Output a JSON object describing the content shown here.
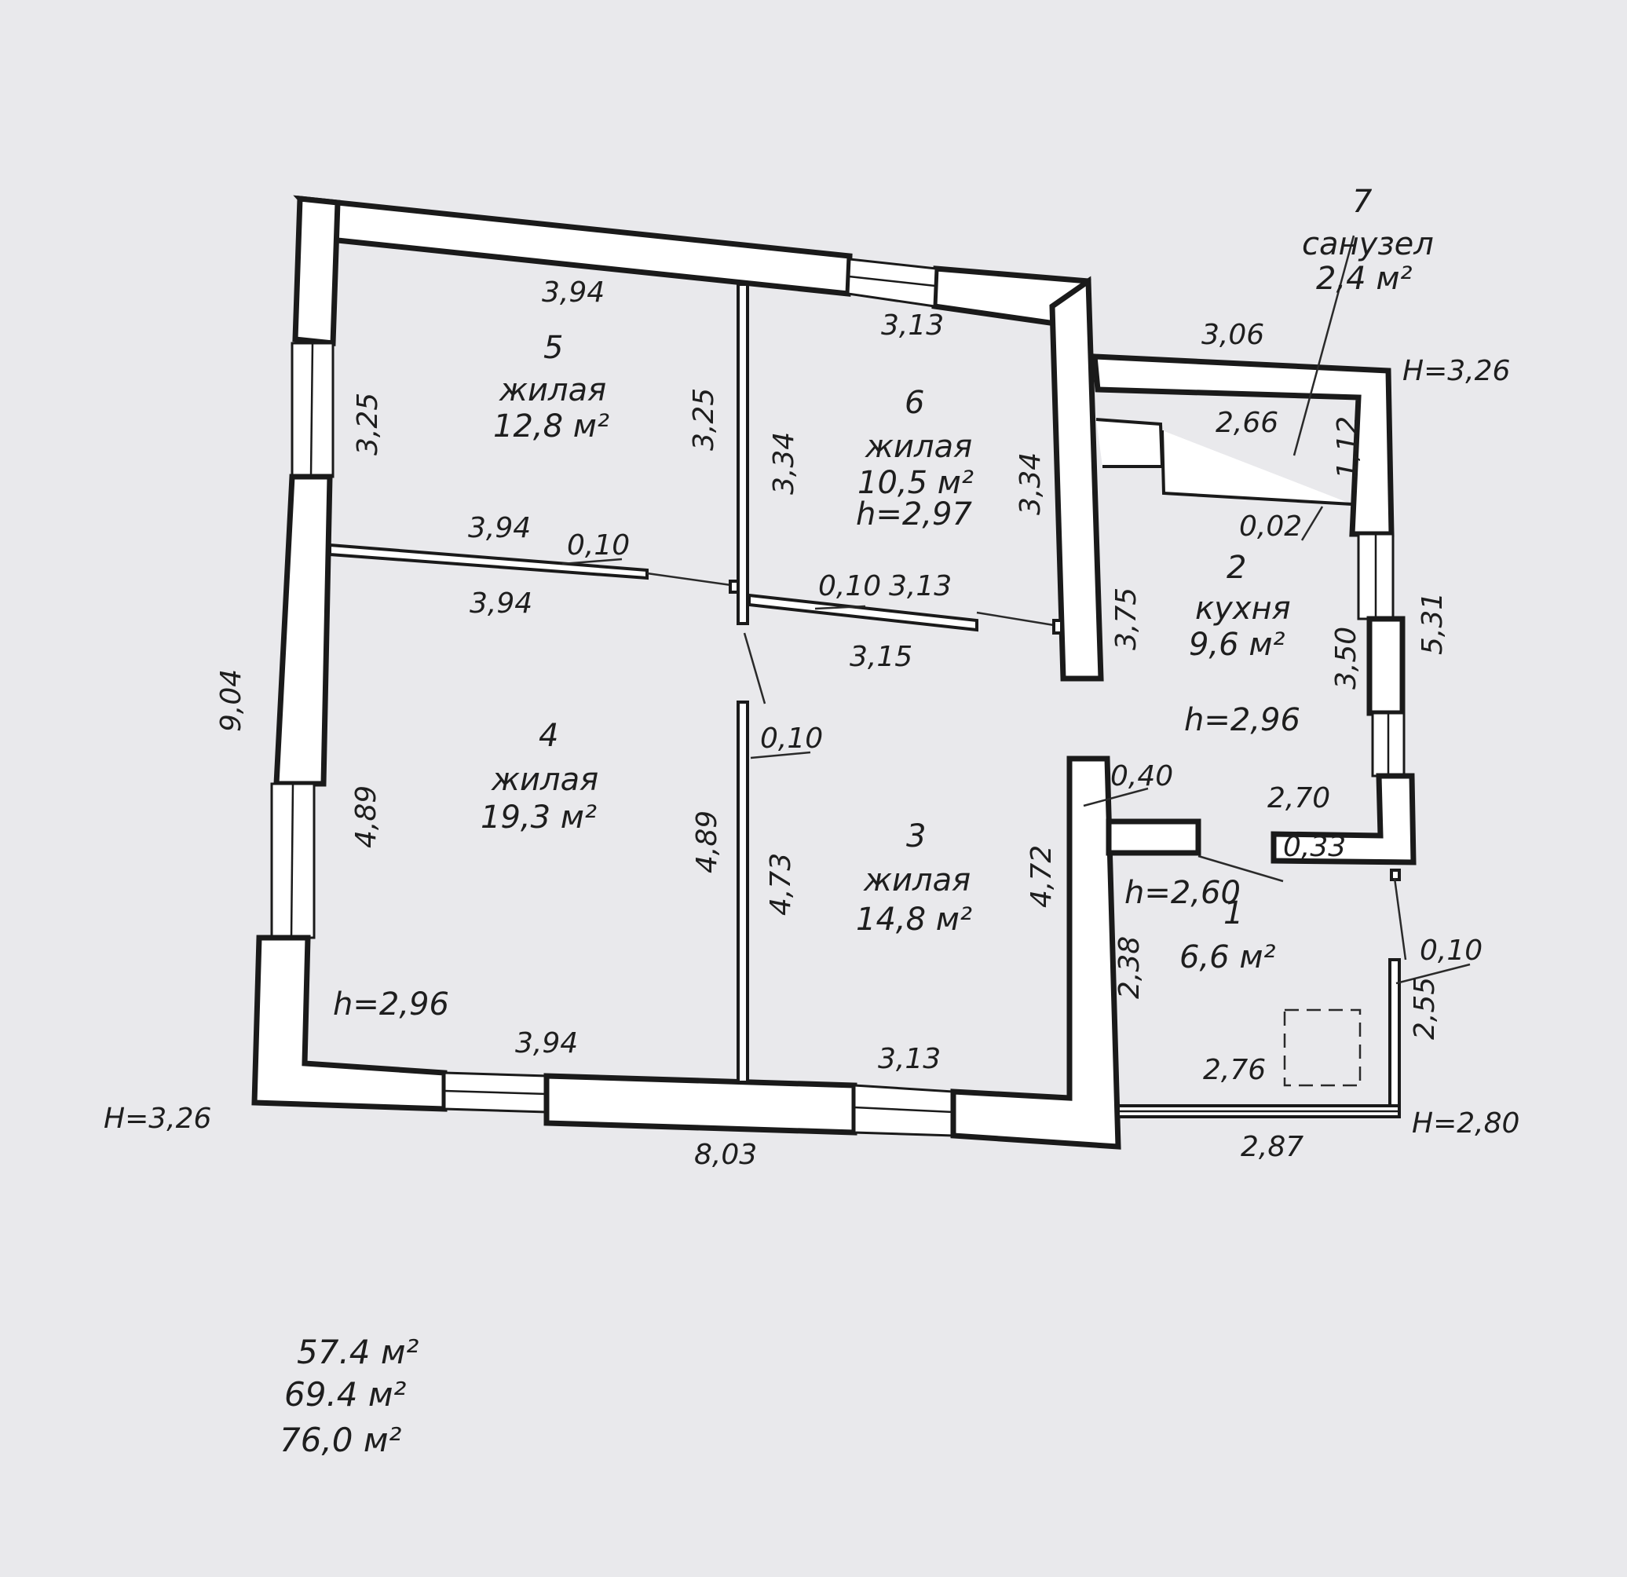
{
  "rooms": [
    {
      "number": "1",
      "type": "",
      "area": "6,6 м²",
      "height": "h=2,60"
    },
    {
      "number": "2",
      "type": "кухня",
      "area": "9,6 м²",
      "height": "h=2,96"
    },
    {
      "number": "3",
      "type": "жилая",
      "area": "14,8 м²",
      "height": ""
    },
    {
      "number": "4",
      "type": "жилая",
      "area": "19,3 м²",
      "height": "h=2,96"
    },
    {
      "number": "5",
      "type": "жилая",
      "area": "12,8 м²",
      "height": ""
    },
    {
      "number": "6",
      "type": "жилая",
      "area": "10,5 м²",
      "height": "h=2,97"
    },
    {
      "number": "7",
      "type": "санузел",
      "area": "2,4 м²",
      "height": ""
    }
  ],
  "dimensions": {
    "r5_top": "3,94",
    "r5_left": "3,25",
    "r5_right": "3,25",
    "r5_bottom": "3,94",
    "r6_top": "3,13",
    "r6_left": "3,34",
    "r6_right": "3,34",
    "r4_top": "3,94",
    "r4_left": "4,89",
    "r4_right": "4,89",
    "r4_bottom": "3,94",
    "r3_top": "3,15",
    "r3_left": "4,73",
    "r3_right": "4,72",
    "r3_bottom": "3,13",
    "r6_bottom": "3,13",
    "partition_a": "0,10",
    "partition_b": "0,10",
    "partition_c": "0,10",
    "overall_left": "9,04",
    "overall_bottom": "8,03",
    "r7_top": "3,06",
    "r7_inner": "2,66",
    "r7_side": "1,12",
    "r7_gap": "0,02",
    "r2_left": "3,75",
    "r2_right": "3,50",
    "r2_outer": "5,31",
    "r2_bottom": "2,70",
    "pier": "0,40",
    "wall_033": "0,33",
    "r1_left": "2,38",
    "r1_right": "2,55",
    "r1_wall": "0,10",
    "r1_inner": "2,76",
    "r1_bottom": "2,87"
  },
  "heights": {
    "main_left": "H=3,26",
    "annex_top": "H=3,26",
    "annex_bottom": "H=2,80"
  },
  "totals": [
    "57.4 м²",
    "69.4 м²",
    "76,0 м²"
  ]
}
